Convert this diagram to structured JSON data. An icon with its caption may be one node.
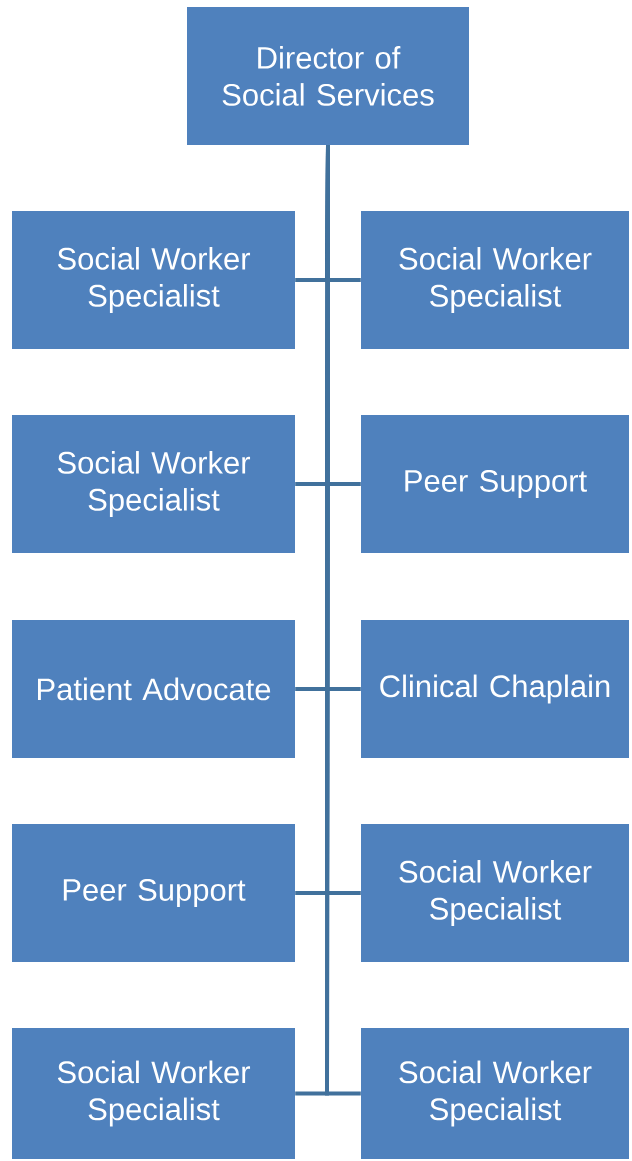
{
  "diagram": {
    "nodes": [
      {
        "text": [
          "Director of Social Services"
        ]
      },
      {
        "text": [
          "Social Worker Specialist"
        ]
      },
      {
        "text": [
          "Social Worker Specialist"
        ]
      },
      {
        "text": [
          "Social Worker Specialist"
        ]
      },
      {
        "text": [
          "Peer Support"
        ]
      },
      {
        "text": [
          "Patient Advocate"
        ]
      },
      {
        "text": [
          "Clinical Chaplain"
        ]
      },
      {
        "text": [
          "Peer Support"
        ]
      },
      {
        "text": [
          "Social Worker Specialist"
        ]
      },
      {
        "text": [
          "Social Worker Specialist"
        ]
      },
      {
        "text": [
          "Social Worker Specialist"
        ]
      }
    ],
    "edges": [
      {
        "from": 0,
        "to": 1,
        "arrow": "none"
      },
      {
        "from": 0,
        "to": 2,
        "arrow": "none"
      },
      {
        "from": 0,
        "to": 3,
        "arrow": "none"
      },
      {
        "from": 0,
        "to": 4,
        "arrow": "none"
      },
      {
        "from": 0,
        "to": 5,
        "arrow": "none"
      },
      {
        "from": 0,
        "to": 6,
        "arrow": "none"
      },
      {
        "from": 0,
        "to": 7,
        "arrow": "none"
      },
      {
        "from": 0,
        "to": 8,
        "arrow": "none"
      },
      {
        "from": 0,
        "to": 9,
        "arrow": "none"
      },
      {
        "from": 0,
        "to": 10,
        "arrow": "none"
      }
    ]
  }
}
